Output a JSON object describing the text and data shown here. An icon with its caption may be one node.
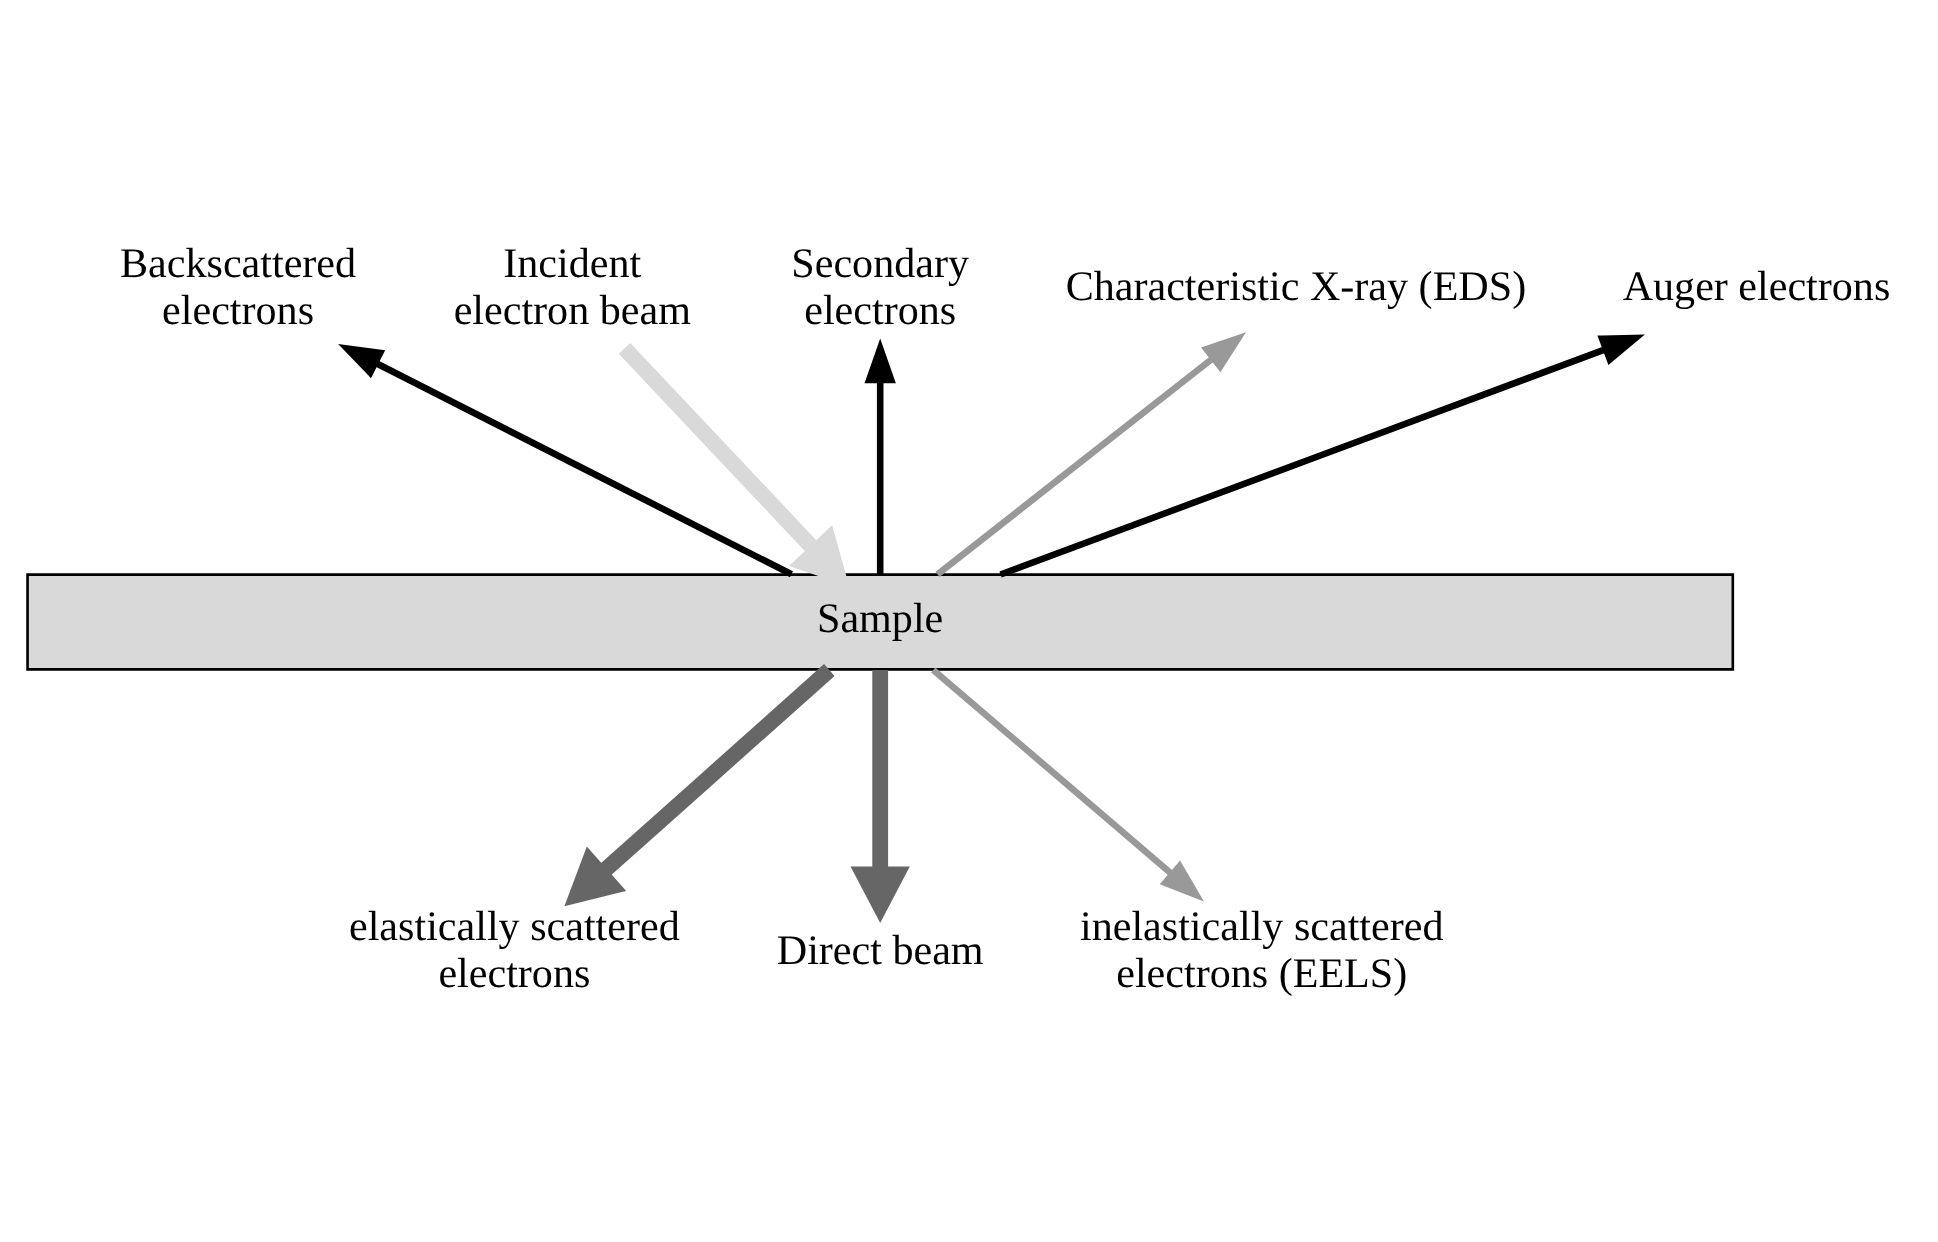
{
  "diagram": {
    "nodes": [
      {
        "text": [
          "Backscattered electrons"
        ]
      },
      {
        "text": [
          "Incident electron beam"
        ]
      },
      {
        "text": [
          "Secondary electrons"
        ]
      },
      {
        "text": [
          "Characteristic X-ray (EDS)"
        ]
      },
      {
        "text": [
          "Auger electrons"
        ]
      },
      {
        "text": [
          "Sample"
        ]
      },
      {
        "text": [
          "elastically scattered electrons"
        ]
      },
      {
        "text": [
          "Direct beam"
        ]
      },
      {
        "text": [
          "inelastically scattered electrons (EELS)"
        ]
      }
    ],
    "edges": [
      {
        "from": 1,
        "to": 5,
        "arrow": "to",
        "style": "thick",
        "color": "#d9d9d9"
      },
      {
        "from": 5,
        "to": 0,
        "arrow": "to"
      },
      {
        "from": 5,
        "to": 2,
        "arrow": "to"
      },
      {
        "from": 5,
        "to": 4,
        "arrow": "to"
      },
      {
        "from": 5,
        "to": 3,
        "arrow": "to",
        "color": "#999999"
      },
      {
        "from": 5,
        "to": 6,
        "arrow": "to",
        "style": "thick",
        "color": "#666666"
      },
      {
        "from": 5,
        "to": 7,
        "arrow": "to",
        "style": "thick",
        "color": "#666666"
      },
      {
        "from": 5,
        "to": 8,
        "arrow": "to",
        "color": "#999999"
      }
    ]
  }
}
